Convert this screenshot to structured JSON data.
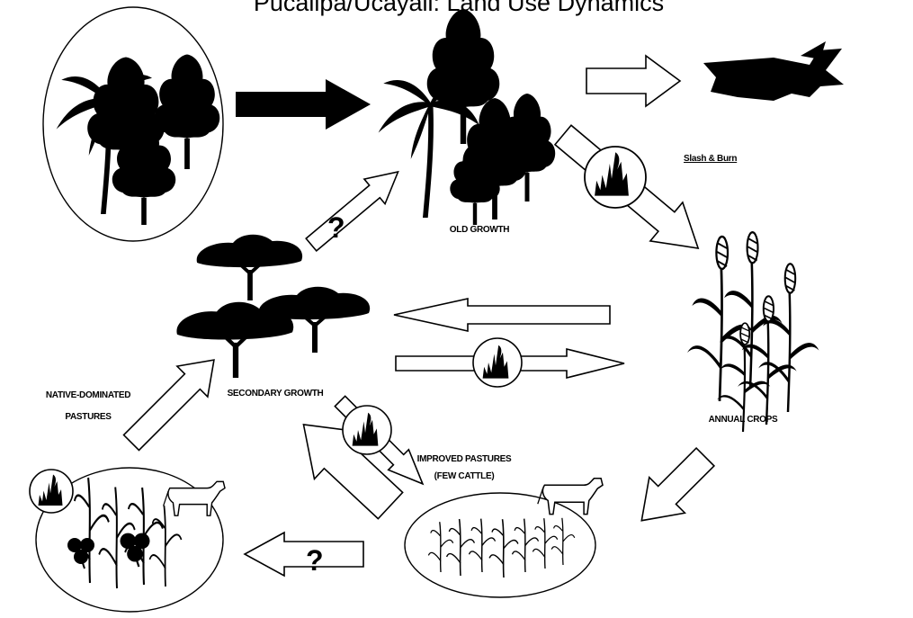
{
  "title": "Pucallpa/Ucayali: Land Use Dynamics",
  "labels": {
    "old_growth": "OLD GROWTH",
    "slash_burn": "Slash & Burn",
    "annual_crops": "ANNUAL CROPS",
    "secondary_growth": "SECONDARY GROWTH",
    "native_line1": "NATIVE-DOMINATED",
    "native_line2": "PASTURES",
    "improved_line1": "IMPROVED PASTURES",
    "improved_line2": "(FEW CATTLE)"
  },
  "question_mark": "?",
  "nodes": [
    "primary-forest",
    "old-growth",
    "logging",
    "annual-crops",
    "improved-pastures",
    "native-dominated-pastures",
    "secondary-growth"
  ],
  "colors": {
    "ink": "#000000",
    "background": "#ffffff"
  }
}
